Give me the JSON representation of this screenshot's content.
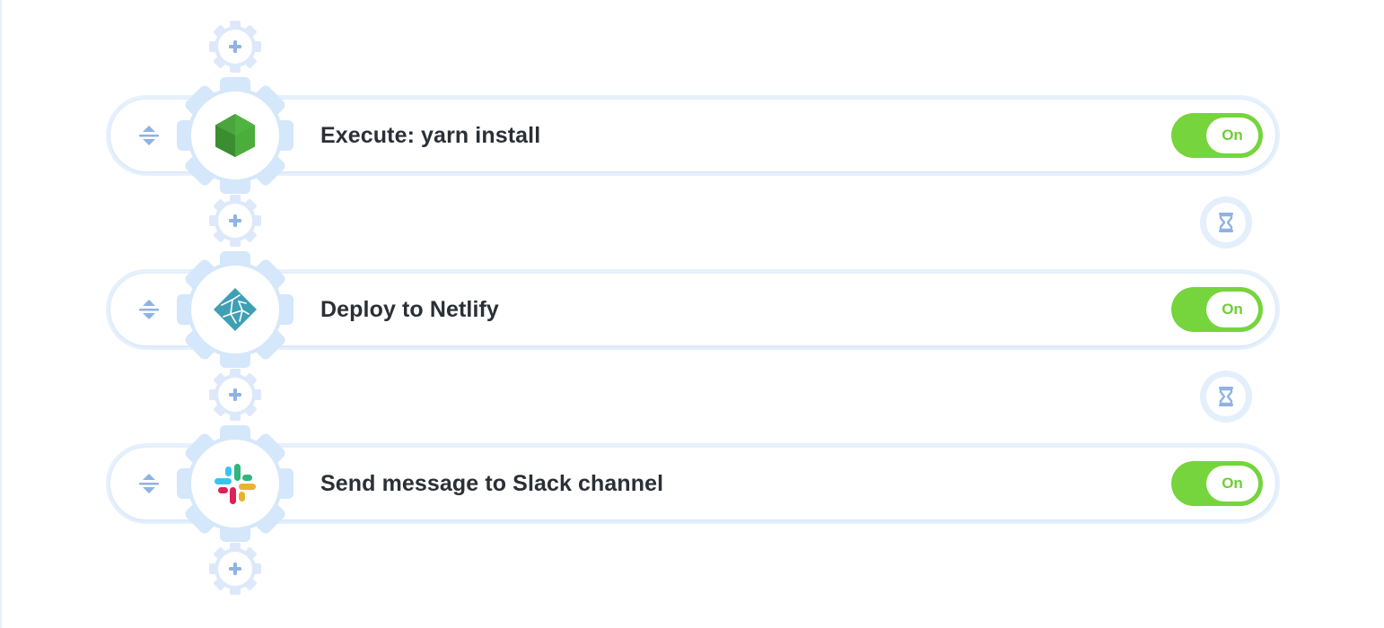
{
  "pipeline": {
    "steps": [
      {
        "title": "Execute: yarn install",
        "integration": "nodejs-logo-icon",
        "toggle_label": "On"
      },
      {
        "title": "Deploy to Netlify",
        "integration": "netlify-logo-icon",
        "toggle_label": "On"
      },
      {
        "title": "Send message to Slack channel",
        "integration": "slack-logo-icon",
        "toggle_label": "On"
      }
    ],
    "add_step_icon": "plus-icon",
    "delay_icon": "hourglass-icon",
    "drag_icon": "drag-handle-icon"
  },
  "colors": {
    "accent_light": "#e6f1fd",
    "gear_light": "#d5e7fb",
    "icon_blue": "#8fb3e3",
    "toggle_on": "#76d43d",
    "title_text": "#2b2f36",
    "nodejs_green": "#3f9c35",
    "netlify_teal": "#3f9fb5",
    "slack_blue": "#36c5f0",
    "slack_green": "#2eb67d",
    "slack_red": "#e01e5a",
    "slack_yellow": "#ecb22e"
  }
}
